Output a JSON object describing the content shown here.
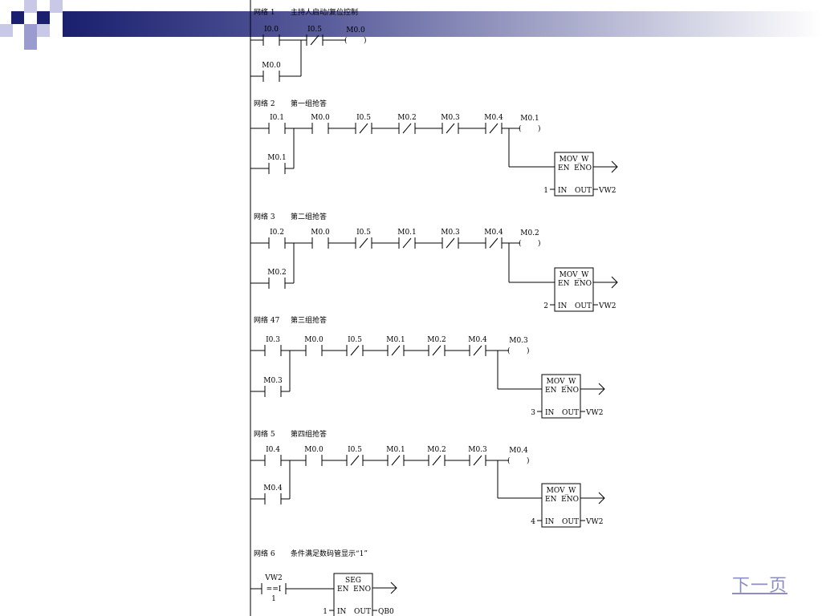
{
  "theme": {
    "accent": "#1a1f6e",
    "accent_light": "#9a9ccf",
    "link": "#8d8dc4"
  },
  "next_page_label": "下一页",
  "networks": [
    {
      "title": "网络 1",
      "desc": "主持人启动/复位控制",
      "contacts": [
        {
          "name": "I0.0",
          "nc": false
        },
        {
          "name": "I0.5",
          "nc": true
        }
      ],
      "coil": "M0.0",
      "hold": "M0.0"
    },
    {
      "title": "网络 2",
      "desc": "第一组抢答",
      "contacts": [
        {
          "name": "I0.1",
          "nc": false
        },
        {
          "name": "M0.0",
          "nc": false
        },
        {
          "name": "I0.5",
          "nc": true
        },
        {
          "name": "M0.2",
          "nc": true
        },
        {
          "name": "M0.3",
          "nc": true
        },
        {
          "name": "M0.4",
          "nc": true
        }
      ],
      "coil": "M0.1",
      "hold": "M0.1",
      "block": {
        "name": "MOV_W",
        "en": "EN",
        "eno": "ENO",
        "in": "IN",
        "out": "OUT",
        "in_val": "1",
        "out_val": "VW2"
      }
    },
    {
      "title": "网络 3",
      "desc": "第二组抢答",
      "contacts": [
        {
          "name": "I0.2",
          "nc": false
        },
        {
          "name": "M0.0",
          "nc": false
        },
        {
          "name": "I0.5",
          "nc": true
        },
        {
          "name": "M0.1",
          "nc": true
        },
        {
          "name": "M0.3",
          "nc": true
        },
        {
          "name": "M0.4",
          "nc": true
        }
      ],
      "coil": "M0.2",
      "hold": "M0.2",
      "block": {
        "name": "MOV_W",
        "en": "EN",
        "eno": "ENO",
        "in": "IN",
        "out": "OUT",
        "in_val": "2",
        "out_val": "VW2"
      }
    },
    {
      "title": "网络 47",
      "desc": "第三组抢答",
      "contacts": [
        {
          "name": "I0.3",
          "nc": false
        },
        {
          "name": "M0.0",
          "nc": false
        },
        {
          "name": "I0.5",
          "nc": true
        },
        {
          "name": "M0.1",
          "nc": true
        },
        {
          "name": "M0.2",
          "nc": true
        },
        {
          "name": "M0.4",
          "nc": true
        }
      ],
      "coil": "M0.3",
      "hold": "M0.3",
      "block": {
        "name": "MOV_W",
        "en": "EN",
        "eno": "ENO",
        "in": "IN",
        "out": "OUT",
        "in_val": "3",
        "out_val": "VW2"
      }
    },
    {
      "title": "网络 5",
      "desc": "第四组抢答",
      "contacts": [
        {
          "name": "I0.4",
          "nc": false
        },
        {
          "name": "M0.0",
          "nc": false
        },
        {
          "name": "I0.5",
          "nc": true
        },
        {
          "name": "M0.1",
          "nc": true
        },
        {
          "name": "M0.2",
          "nc": true
        },
        {
          "name": "M0.3",
          "nc": true
        }
      ],
      "coil": "M0.4",
      "hold": "M0.4",
      "block": {
        "name": "MOV_W",
        "en": "EN",
        "eno": "ENO",
        "in": "IN",
        "out": "OUT",
        "in_val": "4",
        "out_val": "VW2"
      }
    },
    {
      "title": "网络 6",
      "desc": "条件满足数码管显示“1”",
      "compare": {
        "name": "VW2",
        "op": "==I",
        "value": "1"
      },
      "block": {
        "name": "SEG",
        "en": "EN",
        "eno": "ENO",
        "in": "IN",
        "out": "OUT",
        "in_val": "1",
        "out_val": "QB0"
      }
    }
  ]
}
